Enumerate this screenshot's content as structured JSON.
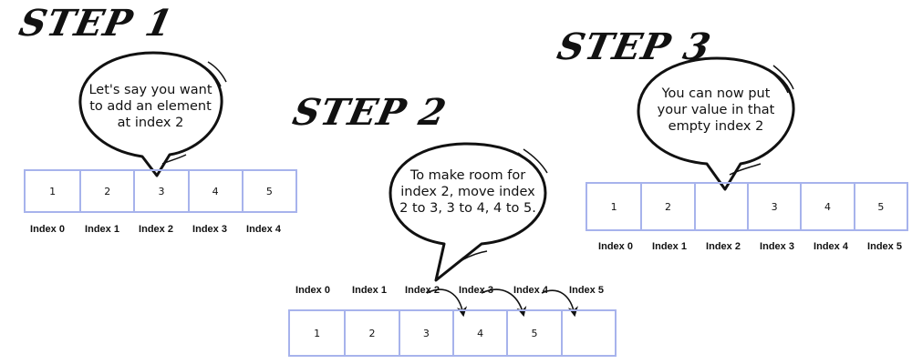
{
  "step1": {
    "title": "STEP 1",
    "bubble_lines": [
      "Let's say you want",
      "to add an element",
      "at index 2"
    ],
    "cells": [
      "1",
      "2",
      "3",
      "4",
      "5"
    ],
    "indices": [
      "Index 0",
      "Index 1",
      "Index 2",
      "Index 3",
      "Index 4"
    ]
  },
  "step2": {
    "title": "STEP 2",
    "bubble_lines": [
      "To make room for",
      "index 2, move index",
      "2 to 3, 3 to 4, 4 to 5."
    ],
    "cells": [
      "1",
      "2",
      "3",
      "4",
      "5",
      ""
    ],
    "indices": [
      "Index 0",
      "Index 1",
      "Index 2",
      "Index 3",
      "Index 4",
      "Index 5"
    ]
  },
  "step3": {
    "title": "STEP 3",
    "bubble_lines": [
      "You can now put",
      "your value in that",
      "empty index 2"
    ],
    "cells": [
      "1",
      "2",
      "",
      "3",
      "4",
      "5"
    ],
    "indices": [
      "Index 0",
      "Index 1",
      "Index 2",
      "Index 3",
      "Index 4",
      "Index 5"
    ]
  },
  "colors": {
    "cell_border": "#a7b3ec",
    "ink": "#111111"
  }
}
